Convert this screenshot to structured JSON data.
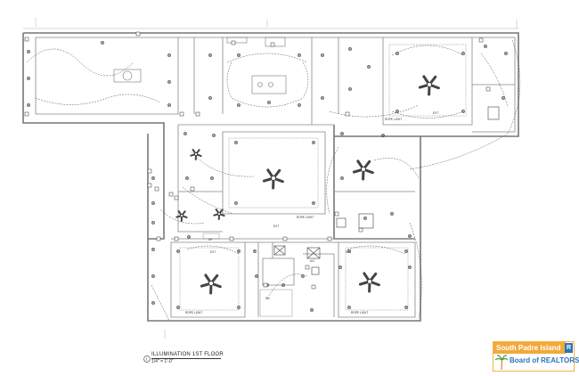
{
  "drawing": {
    "title": "ILLUMINATION 1ST FLOOR",
    "scale": "1/4\" = 1'-0\"",
    "number": "1"
  },
  "labels": {
    "rope_light": "ROPE LIGHT",
    "ext": "EXT",
    "ac": "A/C",
    "up": "UP",
    "dn": "DN",
    "opt": "OPT"
  },
  "logo": {
    "top": "South Padre Island",
    "bottom": "Board of REALTORS",
    "badge": "R"
  },
  "colors": {
    "line": "#555555",
    "wall": "#777777",
    "logo_orange": "#f2a93b",
    "logo_blue": "#2e73b8"
  }
}
